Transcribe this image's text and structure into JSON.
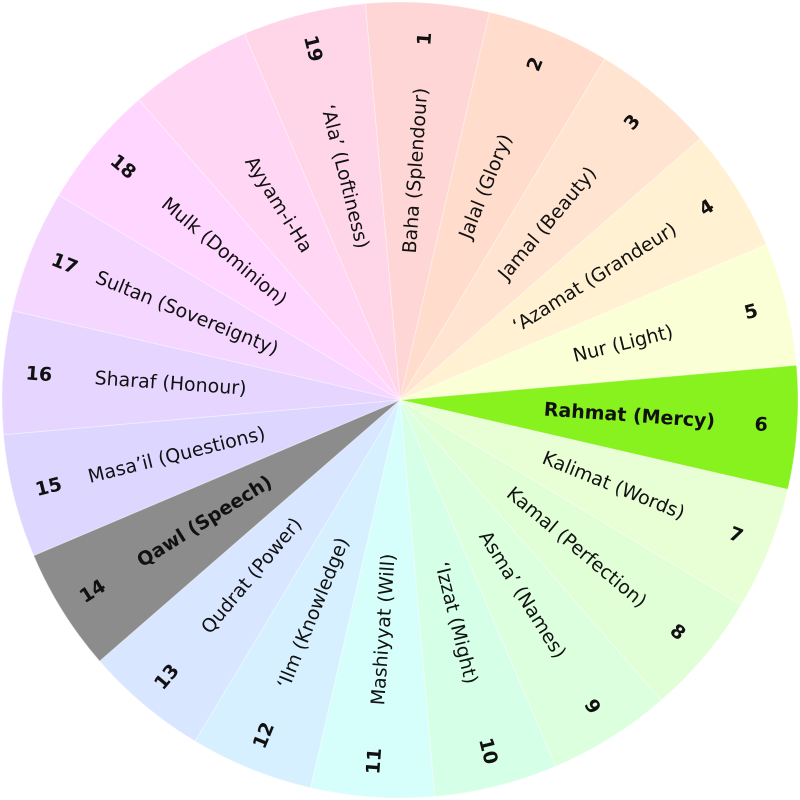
{
  "wheel": {
    "segments": [
      {
        "number": "1",
        "name": "Baha (Splendour)",
        "color": "#ffd6d6"
      },
      {
        "number": "2",
        "name": "Jalal (Glory)",
        "color": "#ffdccc"
      },
      {
        "number": "3",
        "name": "Jamal (Beauty)",
        "color": "#ffe5d1"
      },
      {
        "number": "4",
        "name": "‘Azamat (Grandeur)",
        "color": "#fff1d2"
      },
      {
        "number": "5",
        "name": "Nur (Light)",
        "color": "#fbffd6"
      },
      {
        "number": "6",
        "name": "Rahmat (Mercy)",
        "color": "#87f21e",
        "highlight": true
      },
      {
        "number": "7",
        "name": "Kalimat (Words)",
        "color": "#e8ffd6"
      },
      {
        "number": "8",
        "name": "Kamal (Perfection)",
        "color": "#e0ffd6"
      },
      {
        "number": "9",
        "name": "Asma’ (Names)",
        "color": "#dcffde"
      },
      {
        "number": "10",
        "name": "‘Izzat (Might)",
        "color": "#d6ffe8"
      },
      {
        "number": "11",
        "name": "Mashiyyat (Will)",
        "color": "#d6fffb"
      },
      {
        "number": "12",
        "name": "‘Ilm (Knowledge)",
        "color": "#d6f0ff"
      },
      {
        "number": "13",
        "name": "Qudrat (Power)",
        "color": "#d9e6ff"
      },
      {
        "number": "14",
        "name": "Qawl (Speech)",
        "color": "#8c8c8c",
        "highlight": true
      },
      {
        "number": "15",
        "name": "Masa’il (Questions)",
        "color": "#ddd6ff"
      },
      {
        "number": "16",
        "name": "Sharaf (Honour)",
        "color": "#e6d6ff"
      },
      {
        "number": "17",
        "name": "Sultan (Sovereignty)",
        "color": "#f5d6ff"
      },
      {
        "number": "18",
        "name": "Mulk (Dominion)",
        "color": "#ffd6ff"
      },
      {
        "number": "",
        "name": "Ayyam-i-Ha",
        "color": "#ffd6f4"
      },
      {
        "number": "19",
        "name": "‘Ala’ (Loftiness)",
        "color": "#ffd6e8"
      }
    ]
  }
}
